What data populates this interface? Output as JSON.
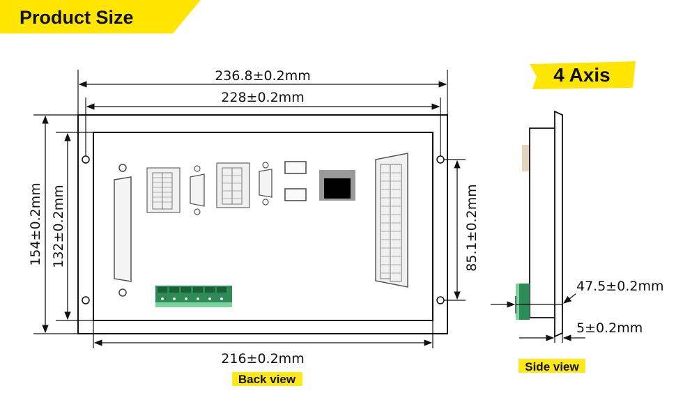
{
  "header": {
    "title": "Product Size",
    "banner_color": "#FFE500"
  },
  "badge": {
    "label": "4 Axis"
  },
  "dimensions": {
    "outer_width": "236.8±0.2mm",
    "inner_width": "228±0.2mm",
    "bottom_width": "216±0.2mm",
    "outer_height": "154±0.2mm",
    "inner_height": "132±0.2mm",
    "hole_spacing": "85.1±0.2mm",
    "side_depth": "47.5±0.2mm",
    "side_thickness": "5±0.2mm"
  },
  "captions": {
    "back_view": "Back view",
    "side_view": "Side view"
  },
  "colors": {
    "terminal_green": "#2E8B57",
    "highlight": "#FFE500"
  }
}
